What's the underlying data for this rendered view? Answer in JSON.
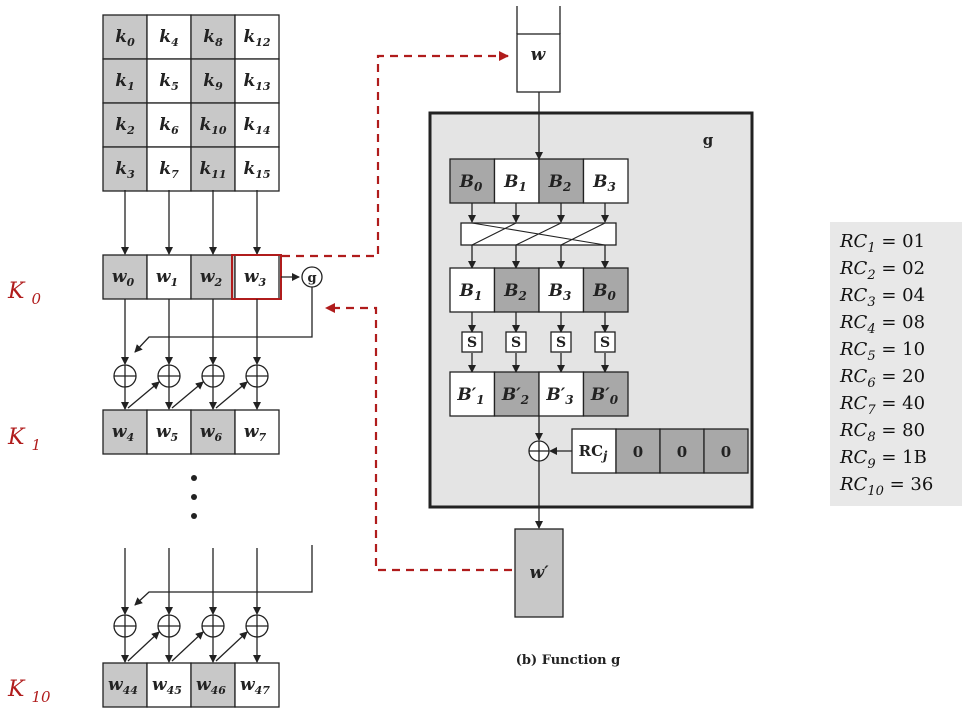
{
  "key_matrix": [
    [
      "k0",
      "k4",
      "k8",
      "k12"
    ],
    [
      "k1",
      "k5",
      "k9",
      "k13"
    ],
    [
      "k2",
      "k6",
      "k10",
      "k14"
    ],
    [
      "k3",
      "k7",
      "k11",
      "k15"
    ]
  ],
  "round_words": {
    "r0": [
      "w0",
      "w1",
      "w2",
      "w3"
    ],
    "r1": [
      "w4",
      "w5",
      "w6",
      "w7"
    ],
    "r10": [
      "w44",
      "w45",
      "w46",
      "w47"
    ]
  },
  "round_labels": {
    "k0": "K0",
    "k1": "K1",
    "k10": "K10"
  },
  "g_node_label": "g",
  "function_g": {
    "box_label": "g",
    "input_word": "w",
    "output_word": "w′",
    "bytes_in": [
      "B0",
      "B1",
      "B2",
      "B3"
    ],
    "bytes_rotated": [
      "B1",
      "B2",
      "B3",
      "B0"
    ],
    "sbox_label": "S",
    "bytes_sub": [
      "B′1",
      "B′2",
      "B′3",
      "B′0"
    ],
    "rc_row": [
      "RCj",
      "0",
      "0",
      "0"
    ],
    "caption": "(b) Function g"
  },
  "rc_table": [
    "RC1 = 01",
    "RC2 = 02",
    "RC3 = 04",
    "RC4 = 08",
    "RC5 = 10",
    "RC6 = 20",
    "RC7 = 40",
    "RC8 = 80",
    "RC9 = 1B",
    "RC10 = 36"
  ],
  "colors": {
    "shaded": "#c8c8c8",
    "panel": "#e4e4e4",
    "red": "#b01c1c",
    "line": "#222222"
  }
}
